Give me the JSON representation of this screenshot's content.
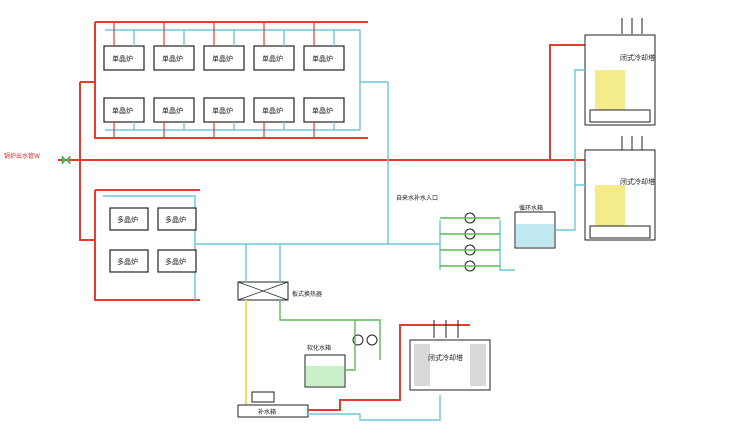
{
  "labels": {
    "inlet": "锅炉出水管W",
    "single_furnace": "单晶炉",
    "multi_furnace": "多晶炉",
    "cooling_tower_top": "闭式冷却塔",
    "cooling_tower_bottom": "闭式冷却塔",
    "cooling_tower_lower": "闭式冷却塔",
    "circ_tank": "循环水箱",
    "plate_exchanger": "板式换热器",
    "makeup_water": "自来水补水入口",
    "soft_tank": "软化水箱",
    "water_tank_bottom": "补水箱"
  },
  "colors": {
    "hot": "#e63b2e",
    "cold": "#6cc7d6",
    "green": "#5cb85c",
    "yellow": "#f1e05a"
  }
}
